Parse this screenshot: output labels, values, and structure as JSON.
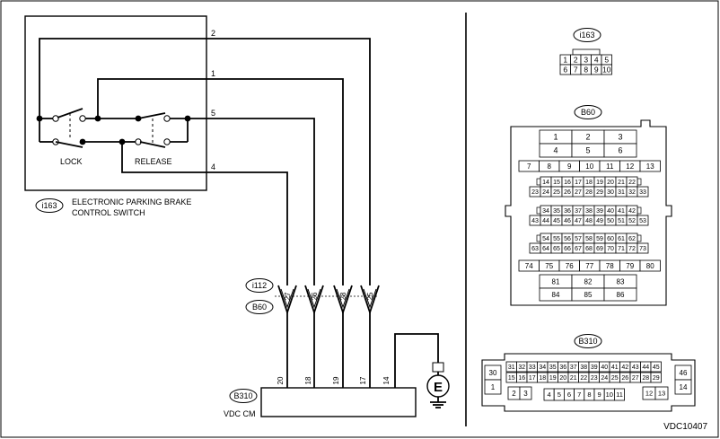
{
  "diagram_id": "VDC10407",
  "switch": {
    "label_line1": "ELECTRONIC PARKING BRAKE",
    "label_line2": "CONTROL SWITCH",
    "tag": "i163",
    "lock_label": "LOCK",
    "release_label": "RELEASE",
    "wire_pins": [
      "2",
      "1",
      "5",
      "4"
    ]
  },
  "junction": {
    "tag_upper": "i112",
    "tag_lower": "B60",
    "pins": [
      "27",
      "26",
      "28",
      "25"
    ]
  },
  "vdc": {
    "tag": "B310",
    "label": "VDC CM",
    "pins": [
      "20",
      "18",
      "19",
      "17",
      "14"
    ],
    "ground_symbol": "E"
  },
  "connectors": {
    "i163": {
      "tag": "i163",
      "rows": [
        [
          "1",
          "2",
          "3",
          "4",
          "5"
        ],
        [
          "6",
          "7",
          "8",
          "9",
          "10"
        ]
      ]
    },
    "B60": {
      "tag": "B60",
      "big_rows": [
        [
          "1",
          "2",
          "3"
        ],
        [
          "4",
          "5",
          "6"
        ]
      ],
      "row7": [
        "7",
        "8",
        "9",
        "10",
        "11",
        "12",
        "13"
      ],
      "block1": [
        [
          "14",
          "15",
          "16",
          "17",
          "18",
          "19",
          "20",
          "21",
          "22"
        ],
        [
          "23",
          "24",
          "25",
          "26",
          "27",
          "28",
          "29",
          "30",
          "31",
          "32",
          "33"
        ]
      ],
      "block2": [
        [
          "34",
          "35",
          "36",
          "37",
          "38",
          "39",
          "40",
          "41",
          "42"
        ],
        [
          "43",
          "44",
          "45",
          "46",
          "47",
          "48",
          "49",
          "50",
          "51",
          "52",
          "53"
        ]
      ],
      "block3": [
        [
          "54",
          "55",
          "56",
          "57",
          "58",
          "59",
          "60",
          "61",
          "62"
        ],
        [
          "63",
          "64",
          "65",
          "66",
          "67",
          "68",
          "69",
          "70",
          "71",
          "72",
          "73"
        ]
      ],
      "row74": [
        "74",
        "75",
        "76",
        "77",
        "78",
        "79",
        "80"
      ],
      "bottom_rows": [
        [
          "81",
          "82",
          "83"
        ],
        [
          "84",
          "85",
          "86"
        ]
      ]
    },
    "B310": {
      "tag": "B310",
      "left": [
        "30",
        "1"
      ],
      "top_row": [
        "31",
        "32",
        "33",
        "34",
        "35",
        "36",
        "37",
        "38",
        "39",
        "40",
        "41",
        "42",
        "43",
        "44",
        "45"
      ],
      "mid_row": [
        "15",
        "16",
        "17",
        "18",
        "19",
        "20",
        "21",
        "22",
        "23",
        "24",
        "25",
        "26",
        "27",
        "28",
        "29"
      ],
      "small_pair": [
        "2",
        "3"
      ],
      "low_row": [
        "4",
        "5",
        "6",
        "7",
        "8",
        "9",
        "10",
        "11"
      ],
      "low_right": [
        "12",
        "13"
      ],
      "right": [
        "46",
        "14"
      ]
    }
  }
}
